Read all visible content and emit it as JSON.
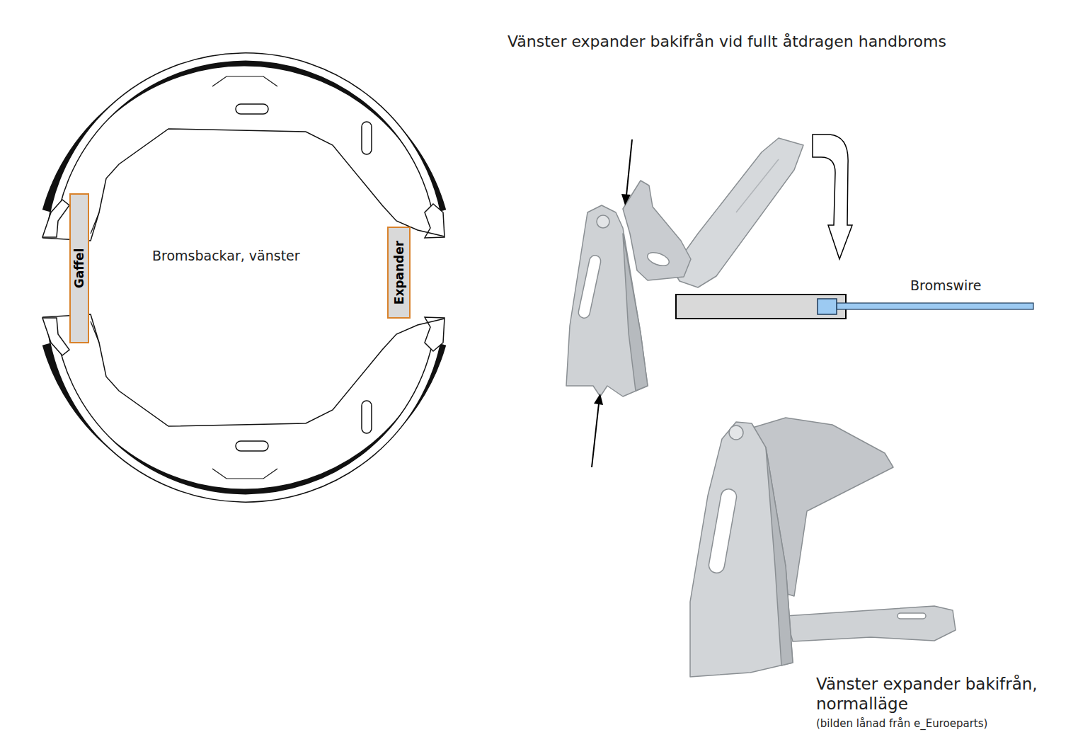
{
  "diagram": {
    "title": "Vänster expander bakifrån vid fullt åtdragen handbroms",
    "caption": "Vänster expander bakifrån, normalläge",
    "nodes": [
      {
        "text": [
          "Gaffel"
        ]
      },
      {
        "text": [
          "Expander"
        ]
      }
    ],
    "labels": [
      "Bromsbackar, vänster",
      "Bromswire",
      "(bilden lånad från e_Euroeparts)"
    ]
  }
}
